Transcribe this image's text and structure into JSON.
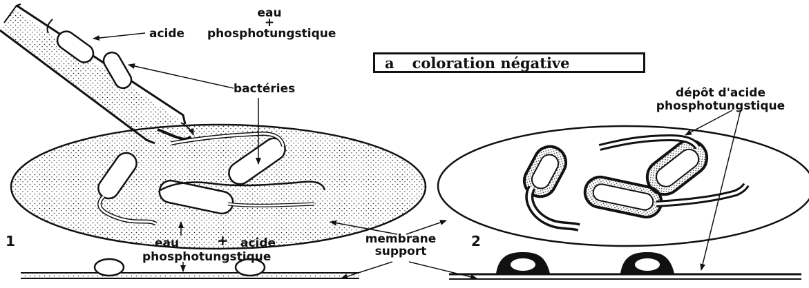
{
  "title": {
    "letter": "a",
    "text": "coloration négative"
  },
  "labels": {
    "eau_top": "eau",
    "plus_top": "+",
    "acide_top": "acide",
    "phospho_top": "phosphotungstique",
    "bacteries": "bactéries",
    "depot_line1": "dépôt d'acide",
    "depot_line2": "phosphotungstique",
    "membrane_line1": "membrane",
    "membrane_line2": "support",
    "eau_bottom": "eau",
    "plus_bottom": "+",
    "acide_bottom": "acide",
    "phospho_bottom": "phosphotungstique"
  },
  "panels": {
    "left_number": "1",
    "right_number": "2"
  }
}
